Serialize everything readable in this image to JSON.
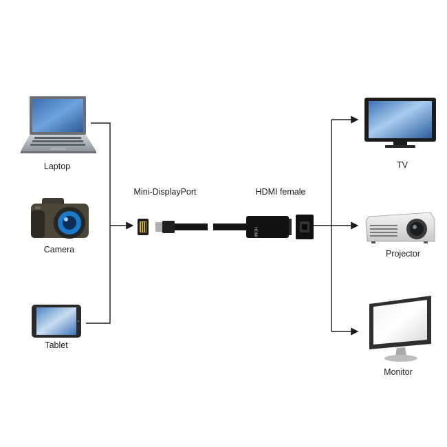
{
  "sources": [
    {
      "label": "Laptop",
      "icon": "laptop-icon"
    },
    {
      "label": "Camera",
      "icon": "camera-icon"
    },
    {
      "label": "Tablet",
      "icon": "tablet-icon"
    }
  ],
  "adapter": {
    "input_label": "Mini-DisplayPort",
    "output_label": "HDMI female",
    "body_text": "HDMI"
  },
  "outputs": [
    {
      "label": "TV",
      "icon": "tv-icon"
    },
    {
      "label": "Projector",
      "icon": "projector-icon"
    },
    {
      "label": "Monitor",
      "icon": "monitor-icon"
    }
  ],
  "colors": {
    "line": "#1a1a1a",
    "screen": "#4f86c6",
    "adapter_body": "#111111"
  }
}
